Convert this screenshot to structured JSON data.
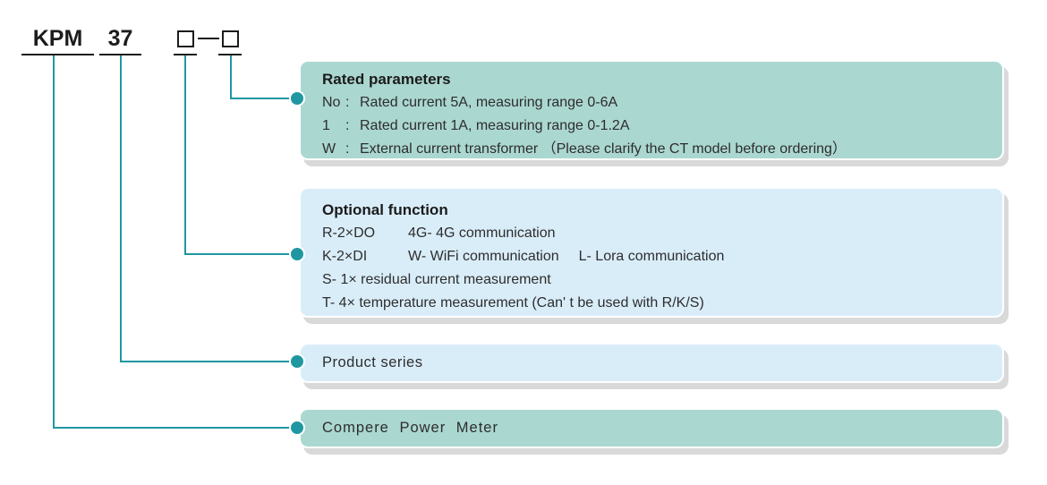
{
  "model_code": {
    "brand": "KPM",
    "series": "37",
    "placeholder_icons": [
      "placeholder-square-icon",
      "placeholder-square-icon"
    ]
  },
  "boxes": {
    "rated_parameters": {
      "title": "Rated parameters",
      "rows": [
        {
          "key": "No",
          "colon": ":",
          "text": "Rated current 5A, measuring range 0-6A"
        },
        {
          "key": "1",
          "colon": ":",
          "text": "Rated current 1A, measuring range 0-1.2A"
        },
        {
          "key": "W",
          "colon": ":",
          "text": "External current transformer （Please clarify the CT model before ordering）"
        }
      ]
    },
    "optional_function": {
      "title": "Optional function",
      "row1": {
        "key": "R-2×DO",
        "value": "4G- 4G communication"
      },
      "row2": {
        "key": "K-2×DI",
        "value": "W- WiFi communication",
        "value2": "L- Lora communication"
      },
      "row3": "S- 1× residual current measurement",
      "row4": "T- 4× temperature measurement (Can' t be used with R/K/S)"
    },
    "product_series": {
      "label": "Product series"
    },
    "product_name": {
      "label": "Compere Power Meter"
    }
  },
  "colors": {
    "accent_teal_line": "#1f97a1",
    "box_teal": "#abd7d1",
    "box_blue": "#d9edf9",
    "shadow_gray": "#d9d9d9",
    "text_dark": "#1c1c1c"
  }
}
